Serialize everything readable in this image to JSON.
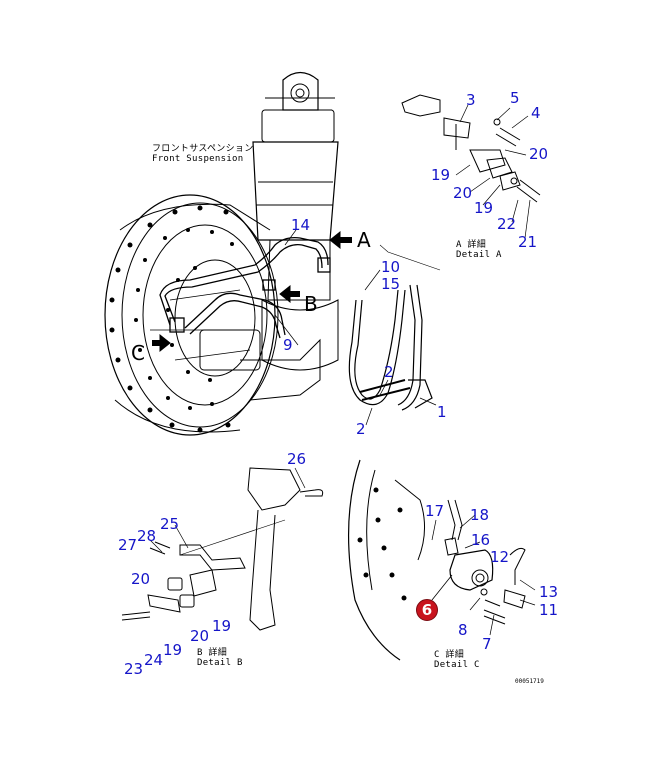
{
  "captions": {
    "front_suspension_jp": "フロントサスペンション",
    "front_suspension_en": "Front Suspension",
    "detail_a_jp": "A 詳細",
    "detail_a_en": "Detail A",
    "detail_b_jp": "B 詳細",
    "detail_b_en": "Detail B",
    "detail_c_jp": "C 詳細",
    "detail_c_en": "Detail C",
    "drawing_id": "00051719"
  },
  "view_letters": {
    "a": "A",
    "b": "B",
    "c": "C"
  },
  "callouts": {
    "n1": "1",
    "n2a": "2",
    "n2b": "2",
    "n3": "3",
    "n4": "4",
    "n5": "5",
    "n6": "6",
    "n7": "7",
    "n8": "8",
    "n9": "9",
    "n10": "10",
    "n11": "11",
    "n12": "12",
    "n13": "13",
    "n14": "14",
    "n15": "15",
    "n16": "16",
    "n17": "17",
    "n18": "18",
    "n19a": "19",
    "n19b": "19",
    "n19c": "19",
    "n19d": "19",
    "n20a": "20",
    "n20b": "20",
    "n20c": "20",
    "n20d": "20",
    "n21": "21",
    "n22": "22",
    "n23": "23",
    "n24": "24",
    "n25": "25",
    "n26": "26",
    "n27": "27",
    "n28": "28"
  },
  "highlighted_part": "6",
  "colors": {
    "callout": "#1515c8",
    "highlight": "#c8141e",
    "line": "#000000"
  }
}
